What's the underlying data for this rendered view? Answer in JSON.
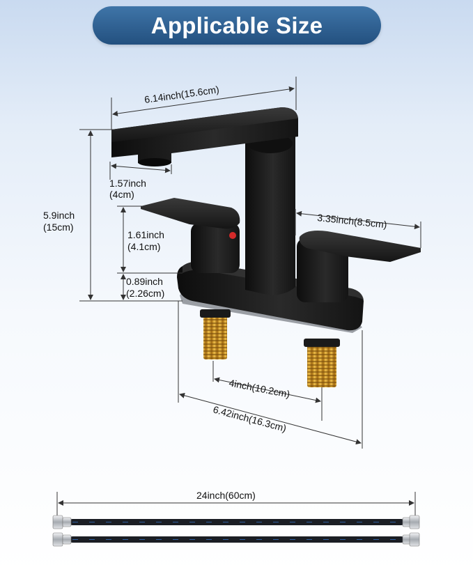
{
  "title": "Applicable Size",
  "dimensions": {
    "spout_length": "6.14inch(15.6cm)",
    "outlet_in": "1.57inch",
    "outlet_cm": "(4cm)",
    "total_height_in": "5.9inch",
    "total_height_cm": "(15cm)",
    "handle_height_in": "1.61inch",
    "handle_height_cm": "(4.1cm)",
    "base_height_in": "0.89inch",
    "base_height_cm": "(2.26cm)",
    "handle_length": "3.35inch(8.5cm)",
    "center_spread": "4inch(10.2cm)",
    "base_length": "6.42inch(16.3cm)",
    "hose_length": "24inch(60cm)"
  },
  "colors": {
    "title_bg": "#2f5f91",
    "faucet": "#1c1c1c",
    "brass": "#d9a032",
    "handle_dot": "#d42a2a",
    "hose_fitting": "#c0c4c8"
  }
}
